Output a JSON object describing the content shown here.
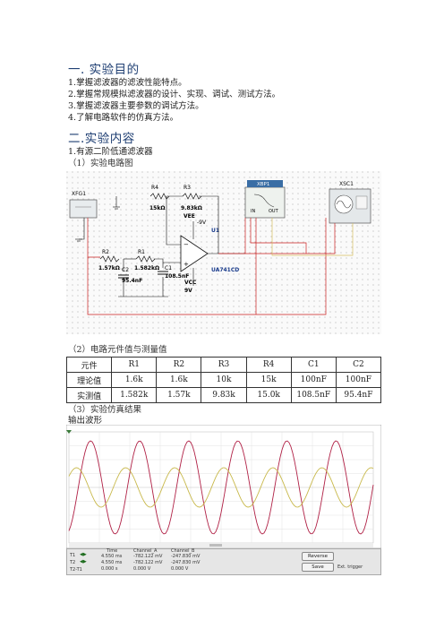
{
  "section1": {
    "heading": "一.   实验目的",
    "items": [
      "1.掌握滤波器的滤波性能特点。",
      "2.掌握常规模拟滤波器的设计、实现、调试、测试方法。",
      "3.掌握滤波器主要参数的调试方法。",
      "4.了解电路软件的仿真方法。"
    ]
  },
  "section2": {
    "heading": "二.实验内容",
    "subheading": "1.有源二阶低通滤波器",
    "caption_circuit": "（1）实验电路图",
    "caption_values": "（2）电路元件值与测量值",
    "caption_sim": "（3）实验仿真结果",
    "caption_wave": "输出波形"
  },
  "circuit": {
    "xfg": "XFG1",
    "xbp": "XBP1",
    "xsc": "XSC1",
    "r4": "R4",
    "r4v": "15kΩ",
    "r3": "R3",
    "r3v": "9.83kΩ",
    "vee": "VEE",
    "vee_v": "-9V",
    "u1": "U1",
    "opamp": "UA741CD",
    "r2": "R2",
    "r2v": "1.57kΩ",
    "r1": "R1",
    "r1v": "1.582kΩ",
    "c2": "C2",
    "c2v": "95.4nF",
    "c1": "C1",
    "c1v": "108.5nF",
    "vcc": "VCC",
    "vcc_v": "9V",
    "in": "IN",
    "out": "OUT"
  },
  "table": {
    "headers": [
      "元件",
      "R1",
      "R2",
      "R3",
      "R4",
      "C1",
      "C2"
    ],
    "rows": [
      [
        "理论值",
        "1.6k",
        "1.6k",
        "10k",
        "15k",
        "100nF",
        "100nF"
      ],
      [
        "实测值",
        "1.582k",
        "1.57k",
        "9.83k",
        "15.0k",
        "108.5nF",
        "95.4nF"
      ]
    ]
  },
  "scope_panel": {
    "labels": [
      "T1",
      "T2",
      "T2-T1"
    ],
    "col_time": "Time",
    "col_a": "Channel_A",
    "col_b": "Channel_B",
    "time": [
      "4.550 ms",
      "4.550 ms",
      "0.000 s"
    ],
    "cha": [
      "-782.122 mV",
      "-782.122 mV",
      "0.000 V"
    ],
    "chb": [
      "-247.830 mV",
      "-247.830 mV",
      "0.000 V"
    ],
    "btn_reverse": "Reverse",
    "btn_save": "Save",
    "ext": "Ext. trigger"
  },
  "colors": {
    "heading": "#1f3f73",
    "wave_a": "#b02045",
    "wave_b": "#c8b84a",
    "wire": "#cc2222"
  }
}
